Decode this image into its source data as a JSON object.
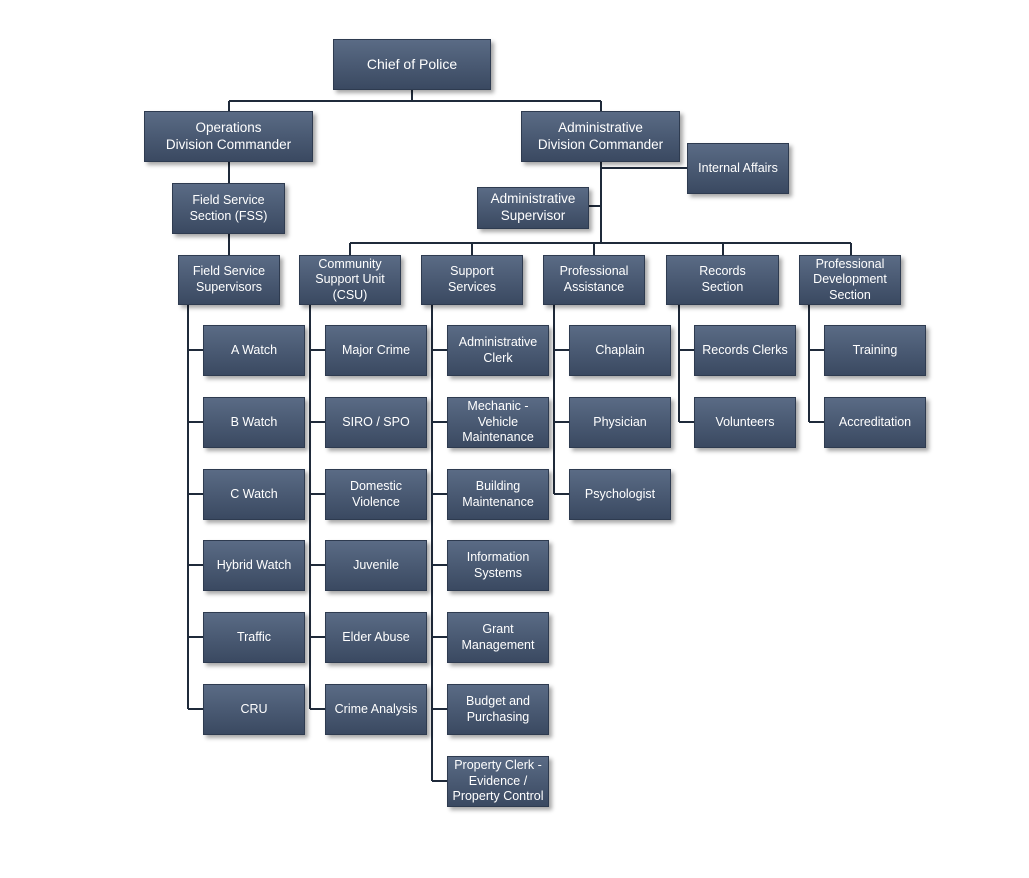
{
  "org_chart": {
    "chief": "Chief of Police",
    "operations": {
      "commander": "Operations\nDivision Commander",
      "fss": "Field Service\nSection (FSS)",
      "supervisors": "Field Service\nSupervisors",
      "units": [
        "A Watch",
        "B Watch",
        "C Watch",
        "Hybrid Watch",
        "Traffic",
        "CRU"
      ]
    },
    "administrative": {
      "commander": "Administrative\nDivision Commander",
      "internal_affairs": "Internal Affairs",
      "supervisor": "Administrative\nSupervisor",
      "csu": {
        "title": "Community\nSupport Unit\n(CSU)",
        "units": [
          "Major Crime",
          "SIRO / SPO",
          "Domestic\nViolence",
          "Juvenile",
          "Elder Abuse",
          "Crime Analysis"
        ]
      },
      "support": {
        "title": "Support\nServices",
        "units": [
          "Administrative\nClerk",
          "Mechanic -\nVehicle\nMaintenance",
          "Building\nMaintenance",
          "Information\nSystems",
          "Grant\nManagement",
          "Budget and\nPurchasing",
          "Property Clerk -\nEvidence /\nProperty Control"
        ]
      },
      "professional_assistance": {
        "title": "Professional\nAssistance",
        "units": [
          "Chaplain",
          "Physician",
          "Psychologist"
        ]
      },
      "records": {
        "title": "Records\nSection",
        "units": [
          "Records Clerks",
          "Volunteers"
        ]
      },
      "professional_development": {
        "title": "Professional\nDevelopment\nSection",
        "units": [
          "Training",
          "Accreditation"
        ]
      }
    }
  }
}
